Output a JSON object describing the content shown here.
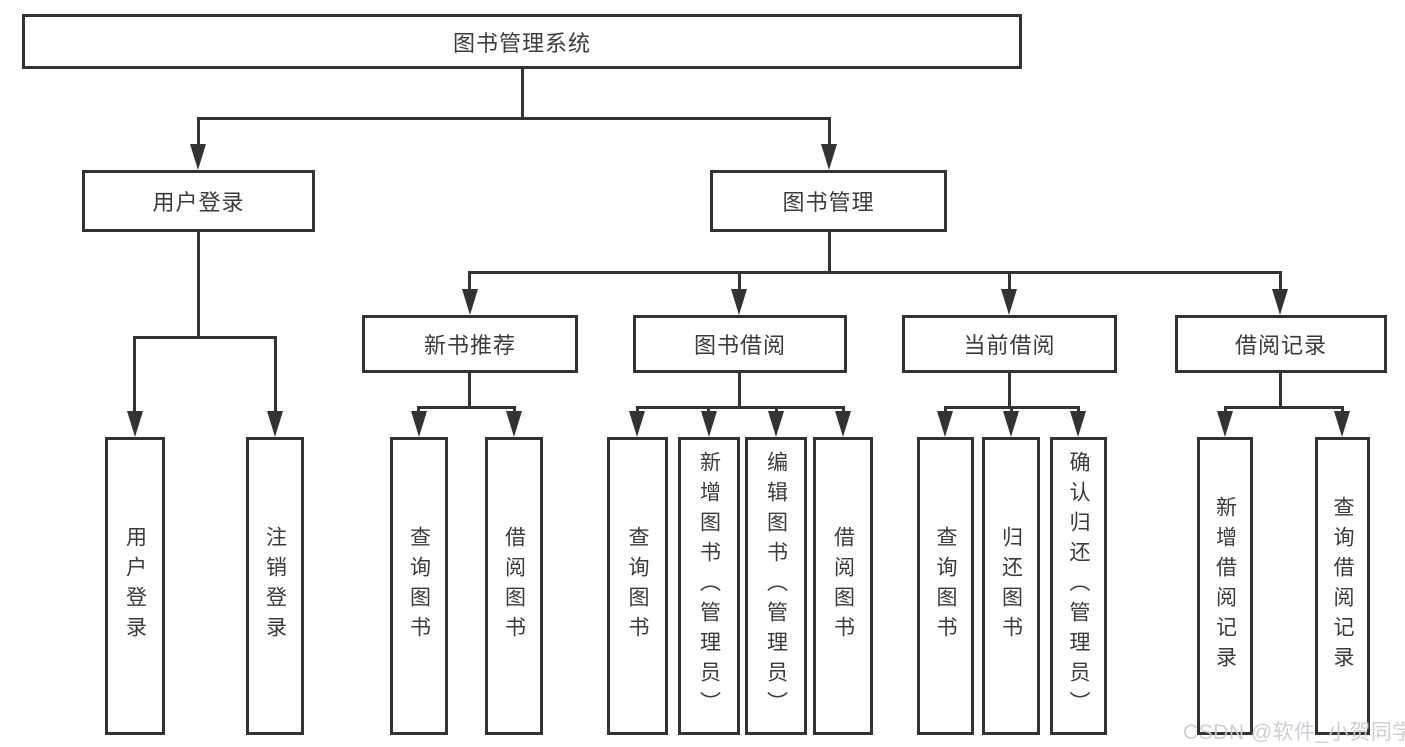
{
  "diagram": {
    "root": {
      "label": "图书管理系统"
    },
    "level2": [
      {
        "label": "用户登录"
      },
      {
        "label": "图书管理"
      }
    ],
    "level3": [
      {
        "label": "新书推荐"
      },
      {
        "label": "图书借阅"
      },
      {
        "label": "当前借阅"
      },
      {
        "label": "借阅记录"
      }
    ],
    "leaves": [
      {
        "label": "用户登录"
      },
      {
        "label": "注销登录"
      },
      {
        "label": "查询图书"
      },
      {
        "label": "借阅图书"
      },
      {
        "label": "查询图书"
      },
      {
        "label": "新增图书（管理员）"
      },
      {
        "label": "编辑图书（管理员）"
      },
      {
        "label": "借阅图书"
      },
      {
        "label": "查询图书"
      },
      {
        "label": "归还图书"
      },
      {
        "label": "确认归还（管理员）"
      },
      {
        "label": "新增借阅记录"
      },
      {
        "label": "查询借阅记录"
      }
    ]
  },
  "watermark": {
    "text": "CSDN @软件_小贺同学"
  },
  "colors": {
    "line": "#333333",
    "border": "#323232",
    "text": "#3b3b3b",
    "background": "#ffffff",
    "watermark": "#c9ccd3"
  }
}
